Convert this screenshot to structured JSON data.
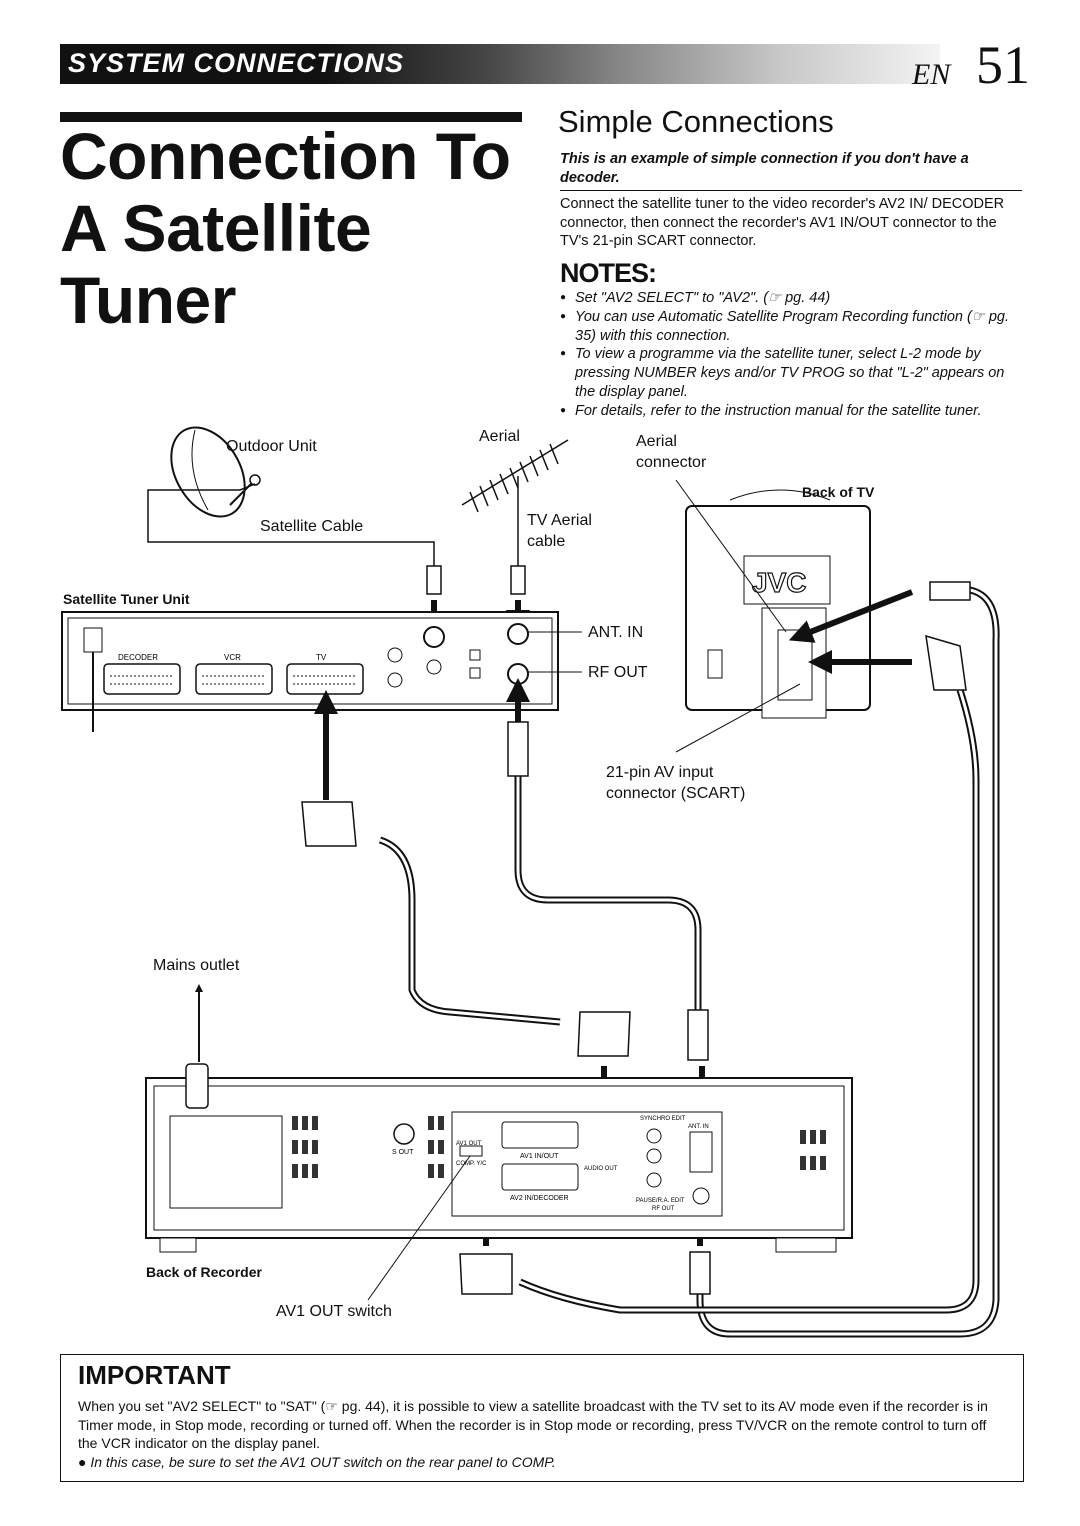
{
  "header": {
    "section": "SYSTEM CONNECTIONS",
    "lang": "EN",
    "page": "51"
  },
  "title": "Connection To A Satellite Tuner",
  "simple": {
    "heading": "Simple Connections",
    "subheading": "This is an example of simple connection if you don't have a decoder.",
    "body": "Connect the satellite tuner to the video recorder's AV2 IN/ DECODER connector, then connect the recorder's AV1 IN/OUT connector to the TV's 21-pin SCART connector."
  },
  "notes": {
    "heading": "NOTES:",
    "items": [
      "Set \"AV2 SELECT\" to \"AV2\". (☞ pg. 44)",
      "You can use Automatic Satellite Program Recording function (☞ pg. 35) with this connection.",
      "To view a programme via the satellite tuner, select L-2 mode by pressing NUMBER keys and/or TV PROG so that \"L-2\" appears on the display panel.",
      "For details, refer to the instruction manual for the satellite tuner."
    ]
  },
  "diagram": {
    "outdoor_unit": "Outdoor Unit",
    "satellite_cable": "Satellite Cable",
    "aerial": "Aerial",
    "tv_aerial_cable_1": "TV Aerial",
    "tv_aerial_cable_2": "cable",
    "aerial_connector_1": "Aerial",
    "aerial_connector_2": "connector",
    "back_of_tv": "Back of TV",
    "tv_logo": "JVC",
    "satellite_tuner_unit": "Satellite Tuner Unit",
    "tuner_decoder": "DECODER",
    "tuner_vcr": "VCR",
    "tuner_tv": "TV",
    "ant_in": "ANT. IN",
    "rf_out": "RF OUT",
    "scart_1": "21-pin AV input",
    "scart_2": "connector (SCART)",
    "mains_outlet": "Mains outlet",
    "back_of_recorder": "Back of Recorder",
    "av1_out_switch": "AV1 OUT switch",
    "rec_s_out": "S OUT",
    "rec_av1_out": "AV1 OUT",
    "rec_comp": "COMP. Y/C",
    "rec_av1_inout": "AV1 IN/OUT",
    "rec_av2": "AV2 IN/DECODER",
    "rec_audio": "AUDIO OUT",
    "rec_synchro": "SYNCHRO EDIT",
    "rec_ant_in": "ANT. IN",
    "rec_pause": "PAUSE/R.A. EDIT",
    "rec_rf_out": "RF OUT"
  },
  "important": {
    "heading": "IMPORTANT",
    "body": "When you set \"AV2 SELECT\" to \"SAT\" (☞ pg. 44), it is possible to view a satellite broadcast with the TV set to its AV mode even if the recorder is in Timer mode, in Stop mode, recording or turned off. When the recorder is in Stop mode or recording, press TV/VCR on the remote control to turn off the VCR indicator on the display panel.",
    "note": "● In this case, be sure to set the AV1 OUT switch on the rear panel to COMP."
  }
}
